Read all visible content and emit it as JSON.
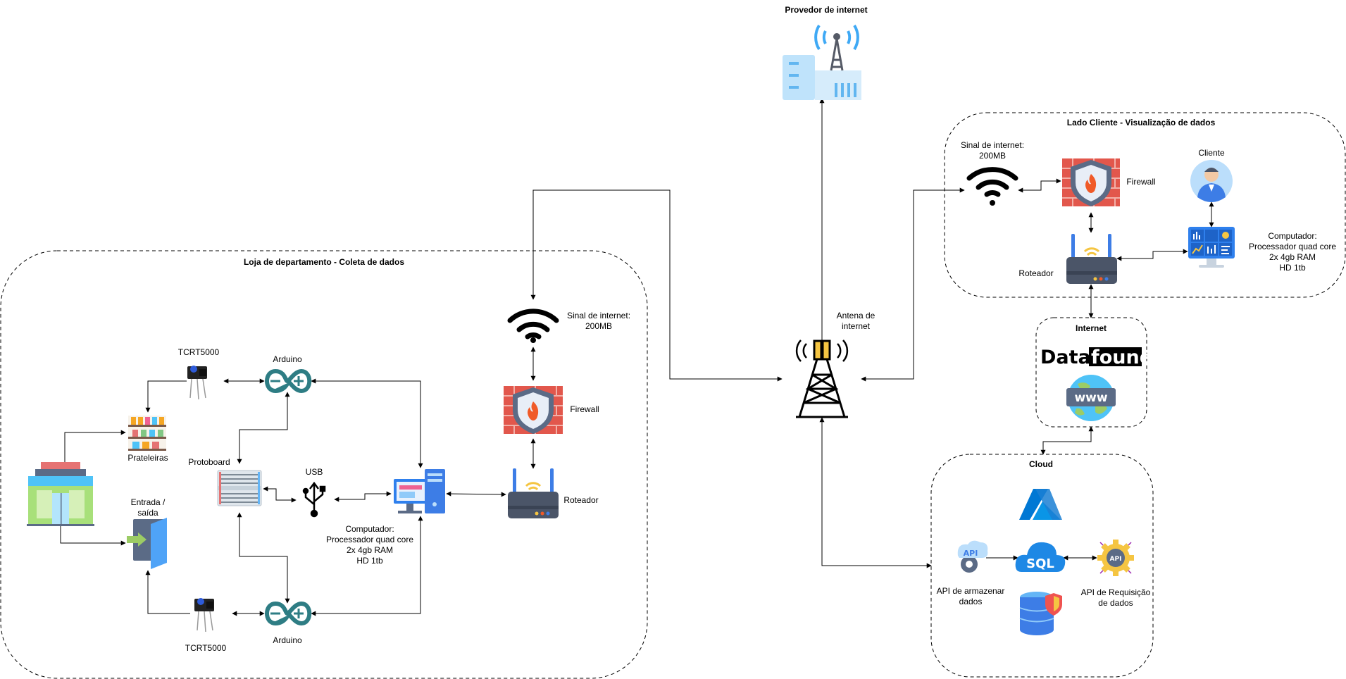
{
  "labels": {
    "provider": "Provedor de internet",
    "client_group": "Lado Cliente - Visualização de dados",
    "store_group": "Loja de departamento - Coleta de dados",
    "internet_group": "Internet",
    "cloud_group": "Cloud",
    "store_signal": "Sinal de internet:\n200MB",
    "store_firewall": "Firewall",
    "store_router": "Roteador",
    "store_computer": "Computador:\nProcessador quad core\n2x 4gb RAM\nHD 1tb",
    "usb": "USB",
    "protoboard": "Protoboard",
    "arduino_top": "Arduino",
    "arduino_bottom": "Arduino",
    "tcrt_top": "TCRT5000",
    "tcrt_bottom": "TCRT5000",
    "shelves": "Prateleiras",
    "entrance": "Entrada /\nsaída",
    "antenna": "Antena de\ninternet",
    "client_signal": "Sinal de internet:\n200MB",
    "client_firewall": "Firewall",
    "client_router": "Roteador",
    "client_person": "Cliente",
    "client_computer": "Computador:\nProcessador quad core\n2x 4gb RAM\nHD 1tb",
    "datafound_prefix": "Data",
    "datafound_suffix": "found",
    "www": "www",
    "sql": "SQL",
    "api_badge": "API",
    "api_store": "API de armazenar\ndados",
    "api_request": "API de Requisição\nde dados"
  },
  "colors": {
    "brick": "#e2574c",
    "brick_dark": "#c0392b",
    "shield": "#5b6b86",
    "arduino": "#2e7d84",
    "azure": "#0078d4",
    "sql_cloud": "#1e88e5",
    "monitor": "#2f80ed",
    "antenna_gold": "#f5c542"
  }
}
